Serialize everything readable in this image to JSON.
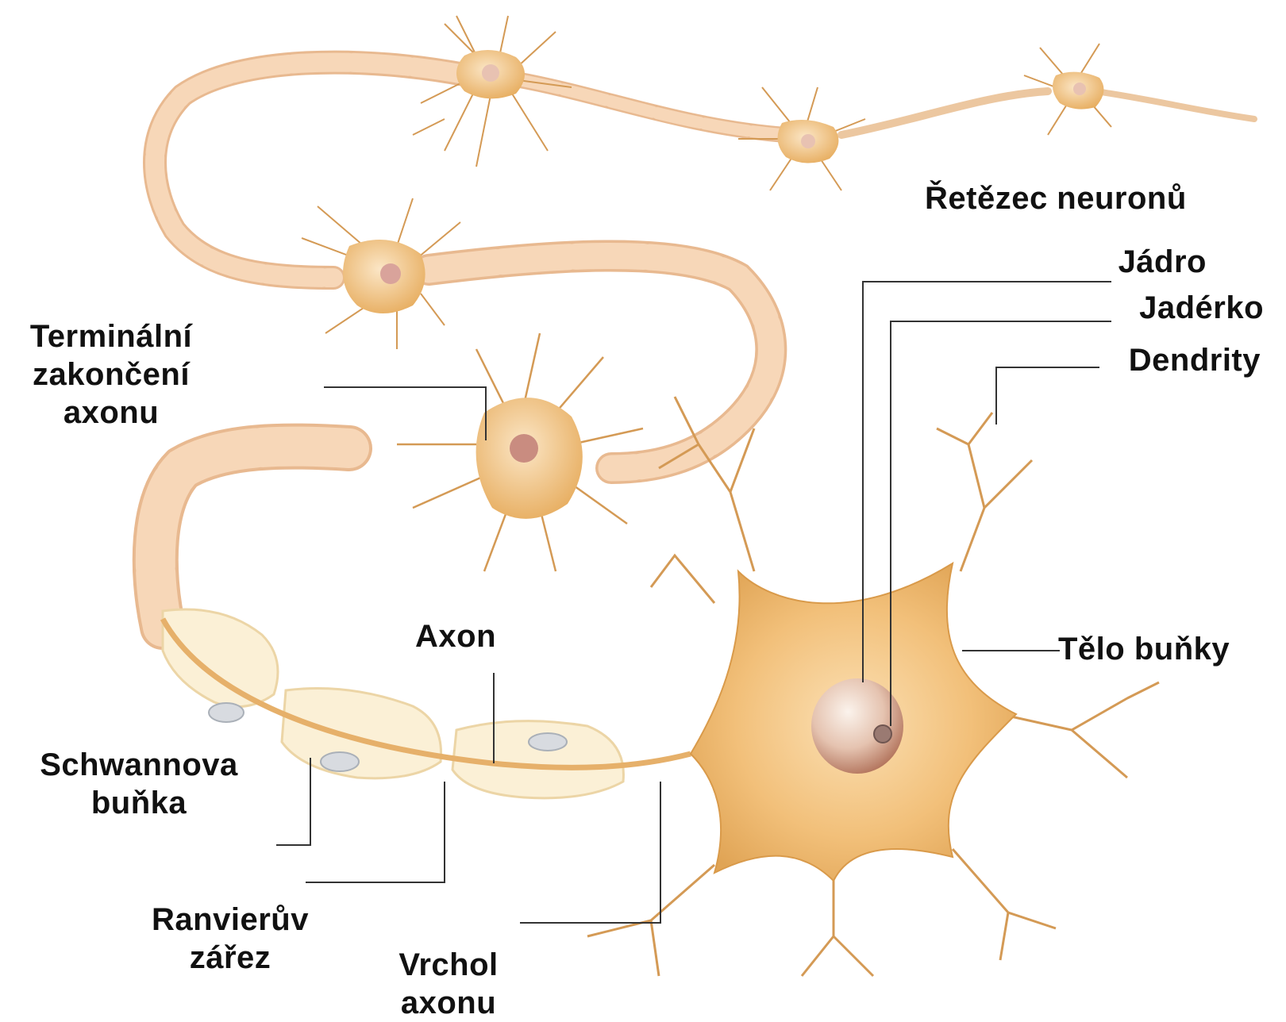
{
  "labels": {
    "chain": "Řetězec neuronů",
    "nucleus": "Jádro",
    "nucleolus": "Jadérko",
    "dendrites": "Dendrity",
    "terminal_line1": "Terminální",
    "terminal_line2": "zakončení",
    "terminal_line3": "axonu",
    "axon": "Axon",
    "cell_body": "Tělo buňky",
    "schwann_line1": "Schwannova",
    "schwann_line2": "buňka",
    "ranvier_line1": "Ranvierův",
    "ranvier_line2": "zářez",
    "hillock_line1": "Vrchol",
    "hillock_line2": "axonu"
  },
  "colors": {
    "cell_fill": "#f2c07a",
    "cell_light": "#fbe3c0",
    "cell_dark": "#d9963f",
    "myelin": "#f7d7b8",
    "myelin_edge": "#e8b990",
    "schwann_fill": "#fbf0d6",
    "schwann_edge": "#ecd5a6",
    "leader_line": "#333333"
  }
}
